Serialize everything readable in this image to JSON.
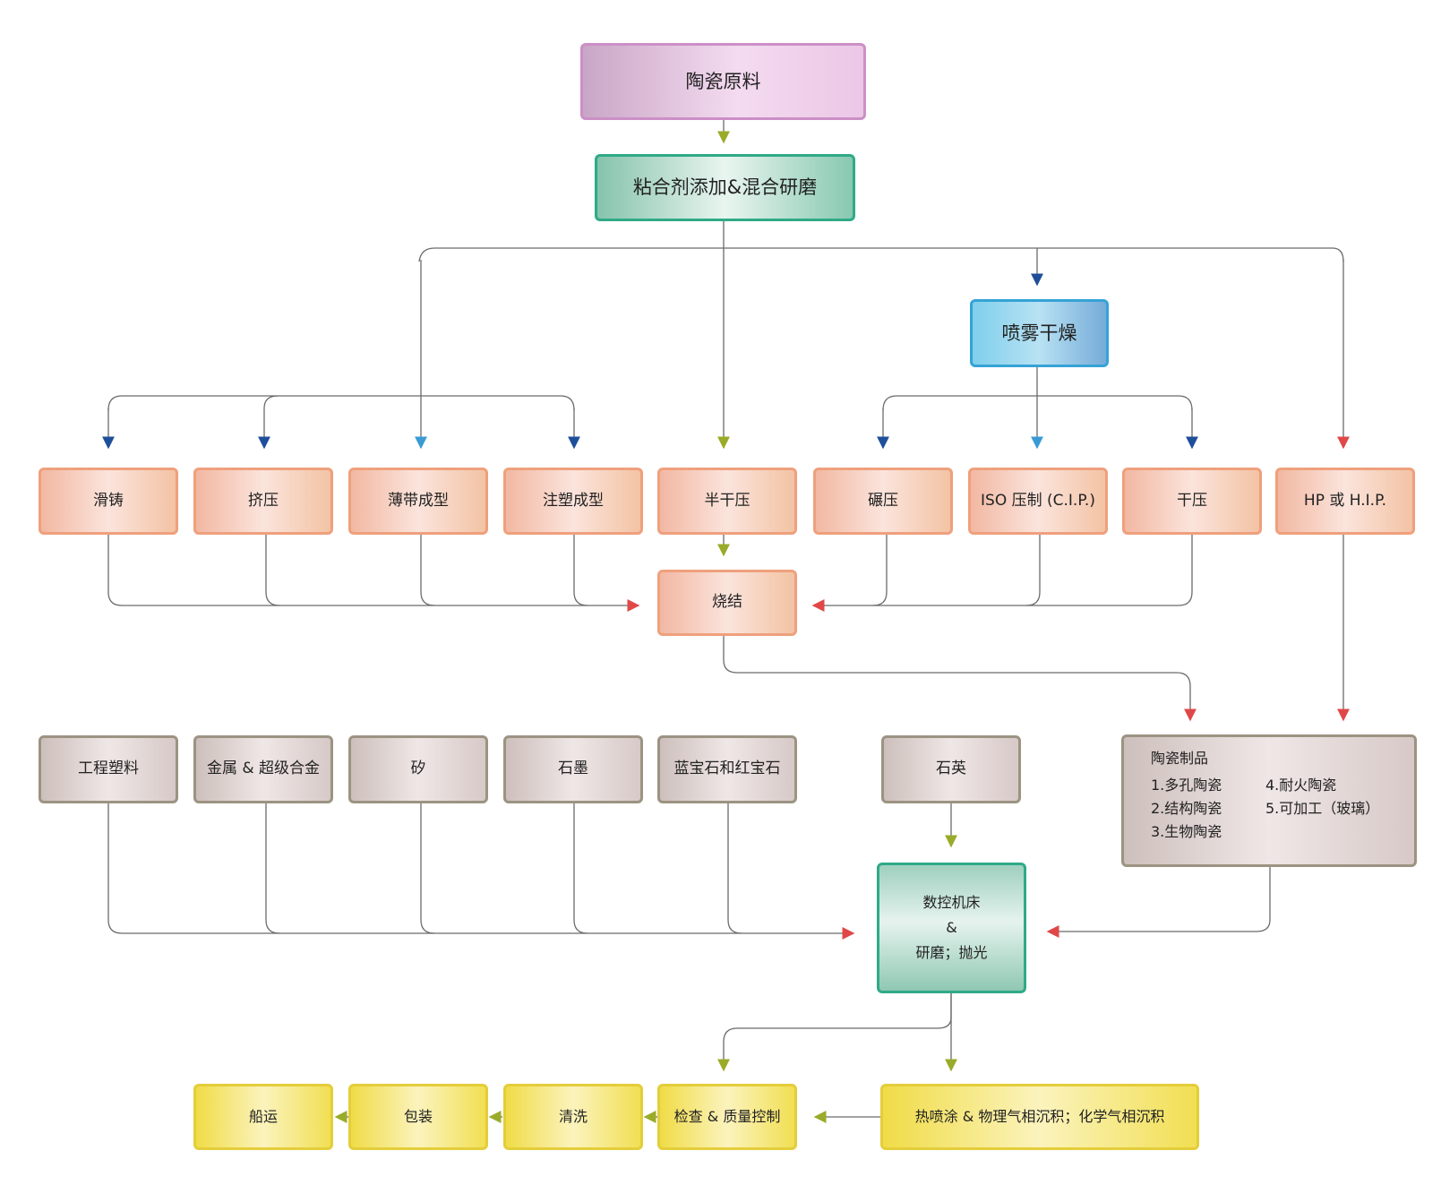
{
  "nodes": {
    "raw": "陶瓷原料",
    "binder": "粘合剂添加&混合研磨",
    "spray": "喷雾干燥",
    "slip": "滑铸",
    "extrude": "挤压",
    "tape": "薄带成型",
    "inject": "注塑成型",
    "semidry": "半干压",
    "roll": "碾压",
    "iso": "ISO 压制 (C.I.P.)",
    "drypress": "干压",
    "hp": "HP 或 H.I.P.",
    "sinter": "烧结",
    "plastic": "工程塑料",
    "metal": "金属 & 超级合金",
    "silicon": "矽",
    "graphite": "石墨",
    "sapphire": "蓝宝石和红宝石",
    "quartz": "石英",
    "cnc": {
      "line1": "数控机床",
      "line2": "&",
      "line3": "研磨；抛光"
    },
    "products": {
      "title": "陶瓷制品",
      "items": [
        "1.多孔陶瓷",
        "4.耐火陶瓷",
        "2.结构陶瓷",
        "5.可加工（玻璃）",
        "3.生物陶瓷"
      ]
    },
    "coating": "热喷涂 & 物理气相沉积；化学气相沉积",
    "inspect": "检查 & 质量控制",
    "clean": "清洗",
    "pack": "包装",
    "ship": "船运"
  },
  "colors": {
    "line": "#6b6b6b",
    "arrow_olive": "#9aab2a",
    "arrow_navy": "#1f4f9a",
    "arrow_sky": "#3a9bd4",
    "arrow_red": "#e04848"
  }
}
